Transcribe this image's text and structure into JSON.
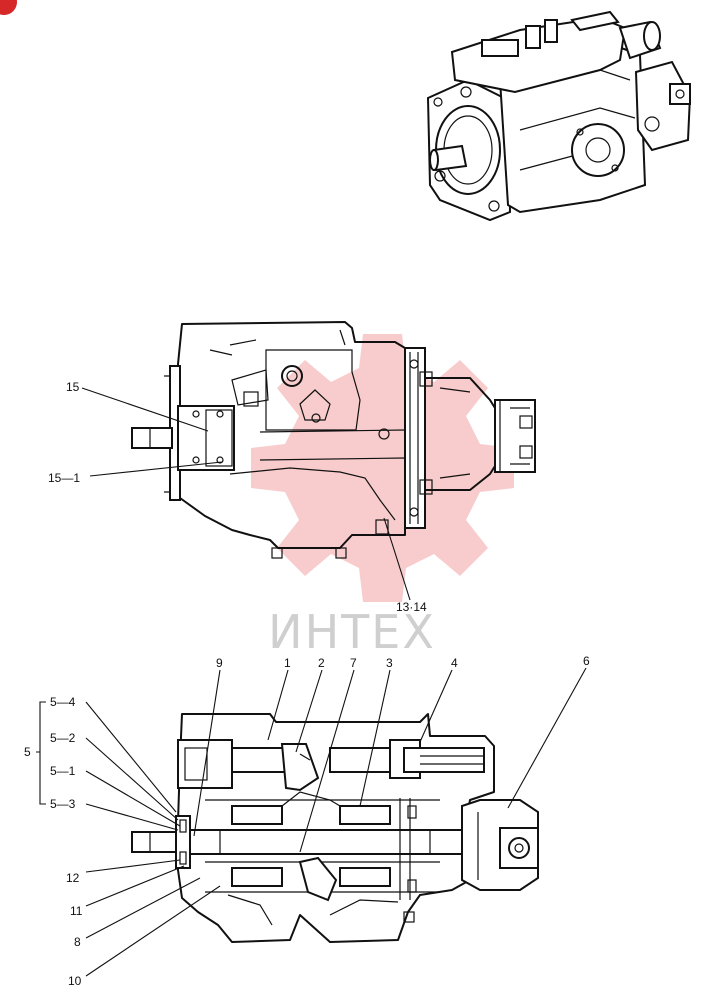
{
  "watermark": {
    "text": "ИНТЕХ",
    "color": "#f2a3a3"
  },
  "corner_badge": {
    "color": "#d62828"
  },
  "side_view": {
    "labels": {
      "l15": "15",
      "l15_1": "15—1",
      "l13_14": "13·14"
    }
  },
  "section_view": {
    "labels": {
      "l9": "9",
      "l1": "1",
      "l2": "2",
      "l7": "7",
      "l3": "3",
      "l4": "4",
      "l6": "6",
      "l5": "5",
      "l5_4": "5—4",
      "l5_2": "5—2",
      "l5_1": "5—1",
      "l5_3": "5—3",
      "l12": "12",
      "l11": "11",
      "l8": "8",
      "l10": "10"
    }
  }
}
